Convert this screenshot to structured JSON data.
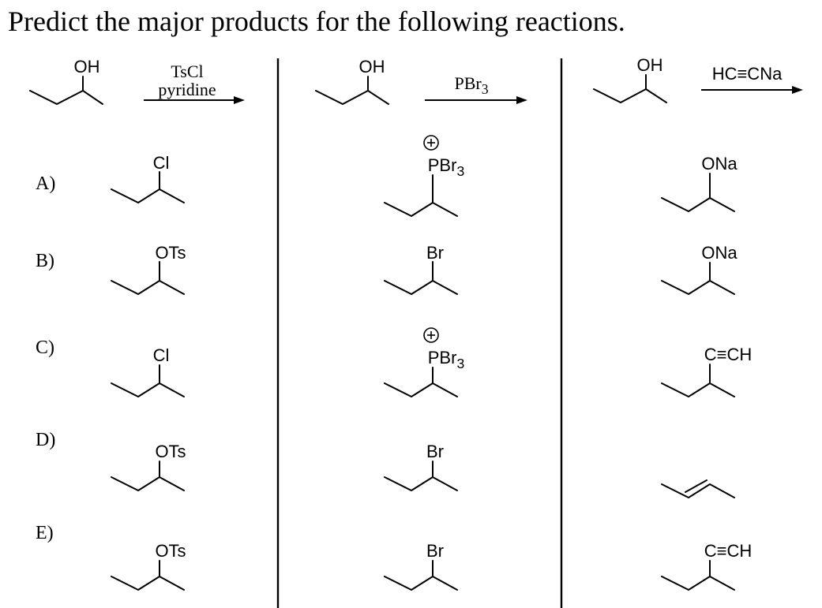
{
  "title": "Predict the major products for the following reactions.",
  "reactions": [
    {
      "starting_material_group": "OH",
      "reagent_lines": [
        "TsCl",
        "pyridine"
      ]
    },
    {
      "starting_material_group": "OH",
      "reagent_lines": [
        "PBr3"
      ]
    },
    {
      "starting_material_group": "OH",
      "reagent_lines": [
        "HC≡CNa"
      ]
    }
  ],
  "choices": [
    {
      "label": "A)",
      "products": [
        "Cl",
        "PBr3",
        "ONa"
      ],
      "charges": [
        "",
        "⊕",
        ""
      ]
    },
    {
      "label": "B)",
      "products": [
        "OTs",
        "Br",
        "ONa"
      ],
      "charges": [
        "",
        "",
        ""
      ]
    },
    {
      "label": "C)",
      "products": [
        "Cl",
        "PBr3",
        "C≡CH"
      ],
      "charges": [
        "",
        "⊕",
        ""
      ]
    },
    {
      "label": "D)",
      "products": [
        "OTs",
        "Br",
        "alkene"
      ],
      "charges": [
        "",
        "",
        ""
      ]
    },
    {
      "label": "E)",
      "products": [
        "OTs",
        "Br",
        "C≡CH"
      ],
      "charges": [
        "",
        "",
        ""
      ]
    }
  ]
}
